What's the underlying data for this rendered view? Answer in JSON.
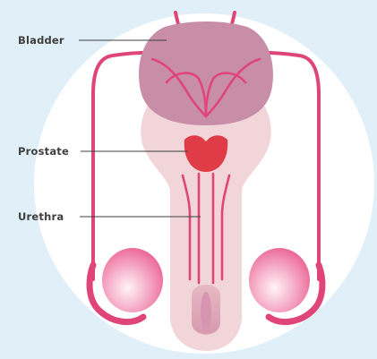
{
  "labels": {
    "bladder": "Bladder",
    "prostate": "Prostate",
    "urethra": "Urethra"
  },
  "colors": {
    "background": "#E1EFF8",
    "circle": "#FFFFFF",
    "body": "#F1D5D8",
    "bladder": "#C98EA7",
    "prostate": "#E03C48",
    "ducts": "#E0457A",
    "testicle": "#F08AB0",
    "label_text": "#3F3F3F",
    "leader_line": "#3F3F3F"
  }
}
